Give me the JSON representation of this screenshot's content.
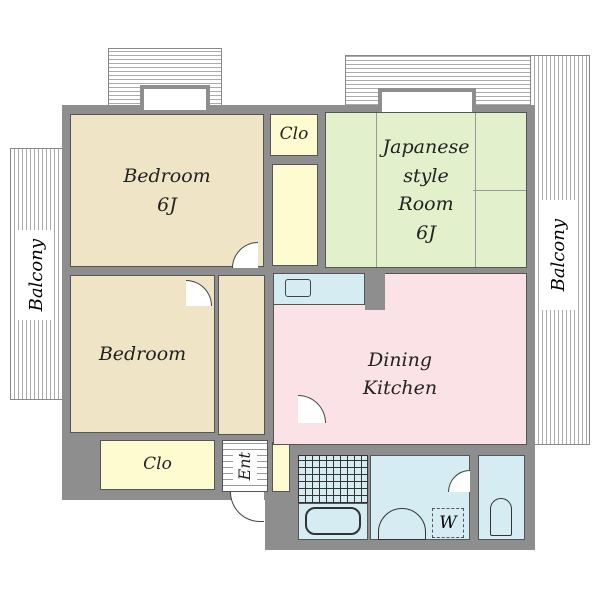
{
  "rooms": {
    "bedroom1": {
      "name": "Bedroom",
      "size": "6J"
    },
    "bedroom2": {
      "name": "Bedroom"
    },
    "japanese": {
      "line1": "Japanese",
      "line2": "style",
      "line3": "Room",
      "size": "6J"
    },
    "dining": {
      "line1": "Dining",
      "line2": "Kitchen"
    },
    "closet_top": "Clo",
    "closet_bottom": "Clo",
    "entrance": "Ent",
    "washer": "W",
    "balcony_left": "Balcony",
    "balcony_right": "Balcony"
  },
  "colors": {
    "wall": "#8e8e8e",
    "bedroom": "#efe5c6",
    "japanese": "#e2f0cc",
    "dining": "#fbe2e7",
    "wet": "#d5ecf3",
    "closet": "#fdfbcf"
  }
}
